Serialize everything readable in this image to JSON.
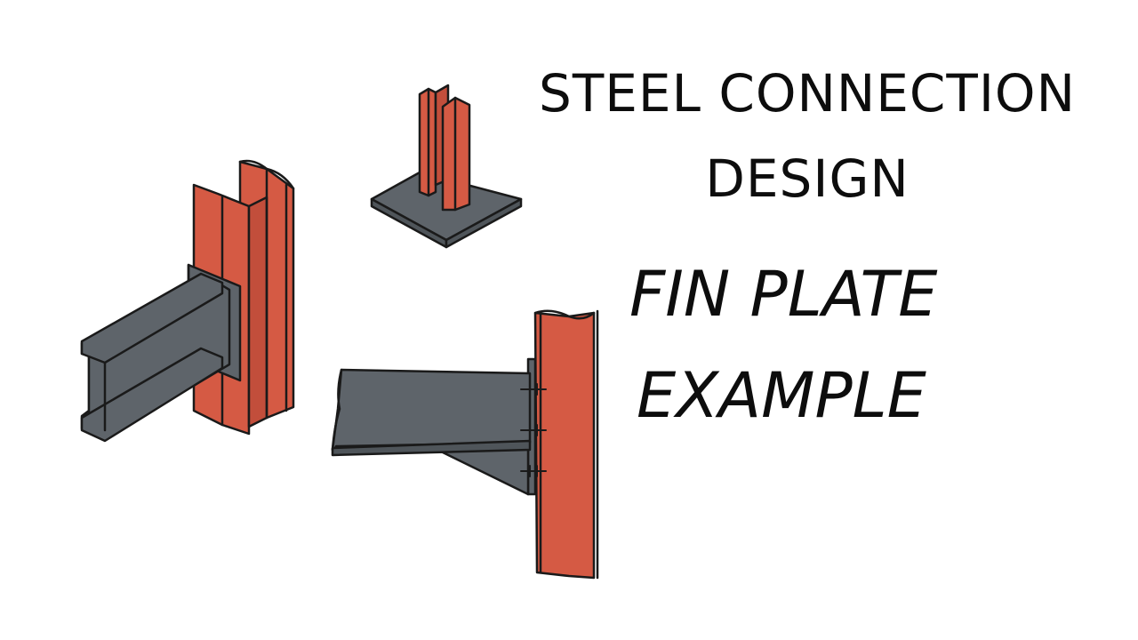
{
  "title": {
    "line1": "STEEL CONNECTION",
    "line2": "DESIGN"
  },
  "subtitle": {
    "line1": "FIN PLATE",
    "line2": "EXAMPLE"
  },
  "colors": {
    "column_steel": "#d55a44",
    "beam_steel": "#5e646a",
    "plate_steel": "#5e646a",
    "outline": "#1a1a1a",
    "background": "#ffffff",
    "text": "#0d0d0d"
  },
  "icons": [
    "beam-to-column-flange-connection-icon",
    "column-base-plate-icon",
    "fin-plate-connection-icon"
  ]
}
